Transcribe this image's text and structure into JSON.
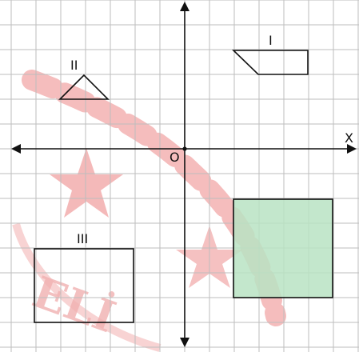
{
  "figure": {
    "axis_x_label": "X",
    "origin_label": "O",
    "shapes": [
      {
        "id": "I",
        "label": "I",
        "kind": "trapezoid"
      },
      {
        "id": "II",
        "label": "II",
        "kind": "triangle"
      },
      {
        "id": "III",
        "label": "III",
        "kind": "rectangle"
      },
      {
        "id": "shaded",
        "label": "",
        "kind": "square",
        "fill": "#b9e3c3"
      }
    ],
    "colors": {
      "grid": "#bdbdbd",
      "outline": "#111111",
      "shaded_fill": "#b9e3c3",
      "watermark": "#f1a7a7"
    },
    "watermark_text": "ELİ"
  }
}
